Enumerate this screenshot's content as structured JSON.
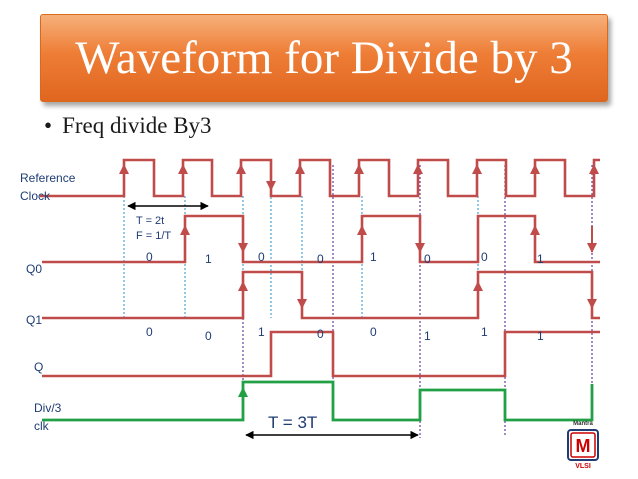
{
  "slide": {
    "title": "Waveform for Divide by 3",
    "bullet": "Freq divide By3",
    "bullet_marker": "•"
  },
  "signals": {
    "ref_label_1": "Reference",
    "ref_label_2": "Clock",
    "q0": "Q0",
    "q1": "Q1",
    "q": "Q",
    "div_1": "Div/3",
    "div_2": "clk"
  },
  "annotations": {
    "period_line_1": "T = 2t",
    "period_line_2": "F = 1/T",
    "output_period": "T = 3T"
  },
  "q0_bits": [
    "0",
    "1",
    "0",
    "0",
    "1",
    "0",
    "0",
    "1"
  ],
  "q1_bits": [
    "0",
    "0",
    "1",
    "0",
    "0",
    "1",
    "1",
    "1"
  ],
  "logo": {
    "top_text": "Mantra",
    "letter": "M",
    "bottom_text": "VLSI"
  },
  "colors": {
    "title_bg": "#ee7d36",
    "wave": "#bf4c4a",
    "div_wave": "#2eb04a",
    "dotted_blue": "#4aa3d6",
    "dotted_purple": "#6a3c9c",
    "label": "#1f3c73"
  }
}
